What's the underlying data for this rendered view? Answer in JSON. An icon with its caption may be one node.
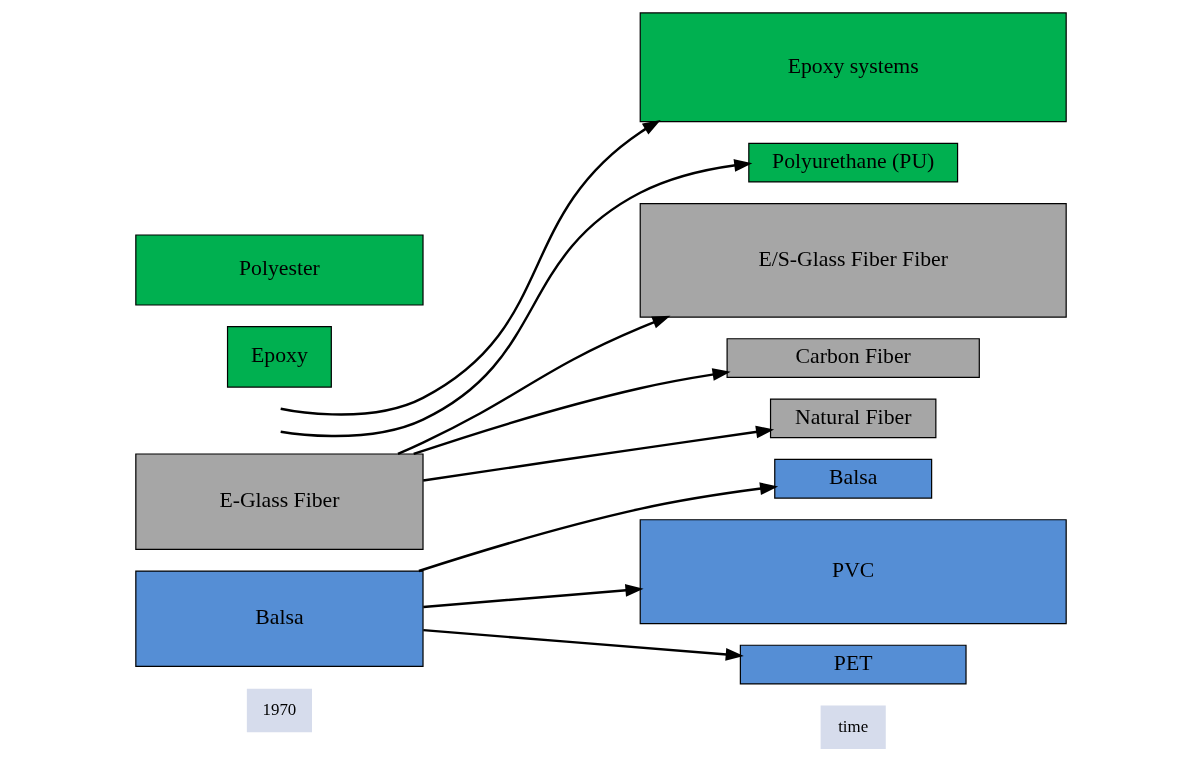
{
  "diagram": {
    "nodes": [
      {
        "text": [
          "Polyester"
        ]
      },
      {
        "text": [
          "Epoxy"
        ]
      },
      {
        "text": [
          "Epoxy systems"
        ]
      },
      {
        "text": [
          "Polyurethane (PU)"
        ]
      },
      {
        "text": [
          "E-Glass Fiber"
        ]
      },
      {
        "text": [
          "E/S-Glass Fiber Fiber"
        ]
      },
      {
        "text": [
          "Carbon Fiber"
        ]
      },
      {
        "text": [
          "Natural Fiber"
        ]
      },
      {
        "text": [
          "Balsa"
        ]
      },
      {
        "text": [
          "Balsa"
        ]
      },
      {
        "text": [
          "PVC"
        ]
      },
      {
        "text": [
          "PET"
        ]
      }
    ],
    "edges": [
      {
        "from": null,
        "to": 2,
        "arrow": "to"
      },
      {
        "from": null,
        "to": 3,
        "arrow": "to"
      },
      {
        "from": 4,
        "to": 5,
        "arrow": "to"
      },
      {
        "from": 4,
        "to": 6,
        "arrow": "to"
      },
      {
        "from": 4,
        "to": 7,
        "arrow": "to"
      },
      {
        "from": 8,
        "to": 9,
        "arrow": "to"
      },
      {
        "from": 8,
        "to": 10,
        "arrow": "to"
      },
      {
        "from": 8,
        "to": 11,
        "arrow": "to"
      }
    ],
    "labels": [
      "1970",
      "time"
    ]
  }
}
